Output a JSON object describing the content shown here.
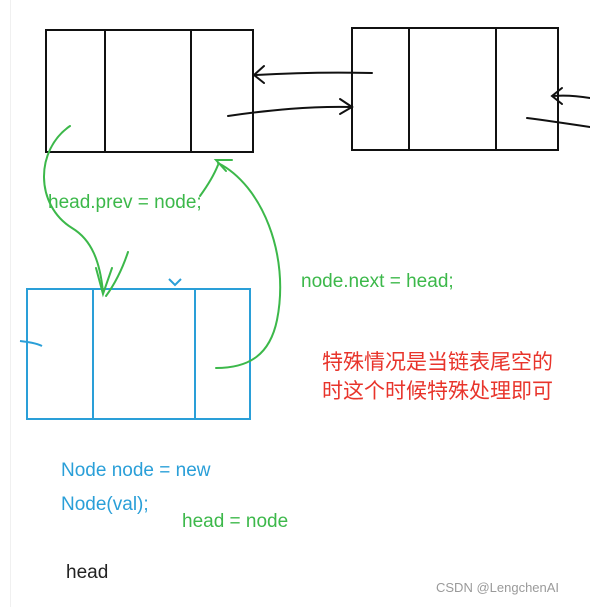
{
  "labels": {
    "head_prev": "head.prev = node;",
    "node_next": "node.next = head;",
    "note_line1": "特殊情况是当链表尾空的",
    "note_line2": "时这个时候特殊处理即可",
    "code_line1": "Node node = new",
    "code_line2": "Node(val);",
    "head_assign": "head = node",
    "head_word": "head",
    "watermark": "CSDN @LengchenAI"
  },
  "colors": {
    "list_nodes": "#111111",
    "new_node": "#2a9fd8",
    "arrows_existing": "#111111",
    "arrows_new": "#3cb84a",
    "note": "#e8342b"
  }
}
